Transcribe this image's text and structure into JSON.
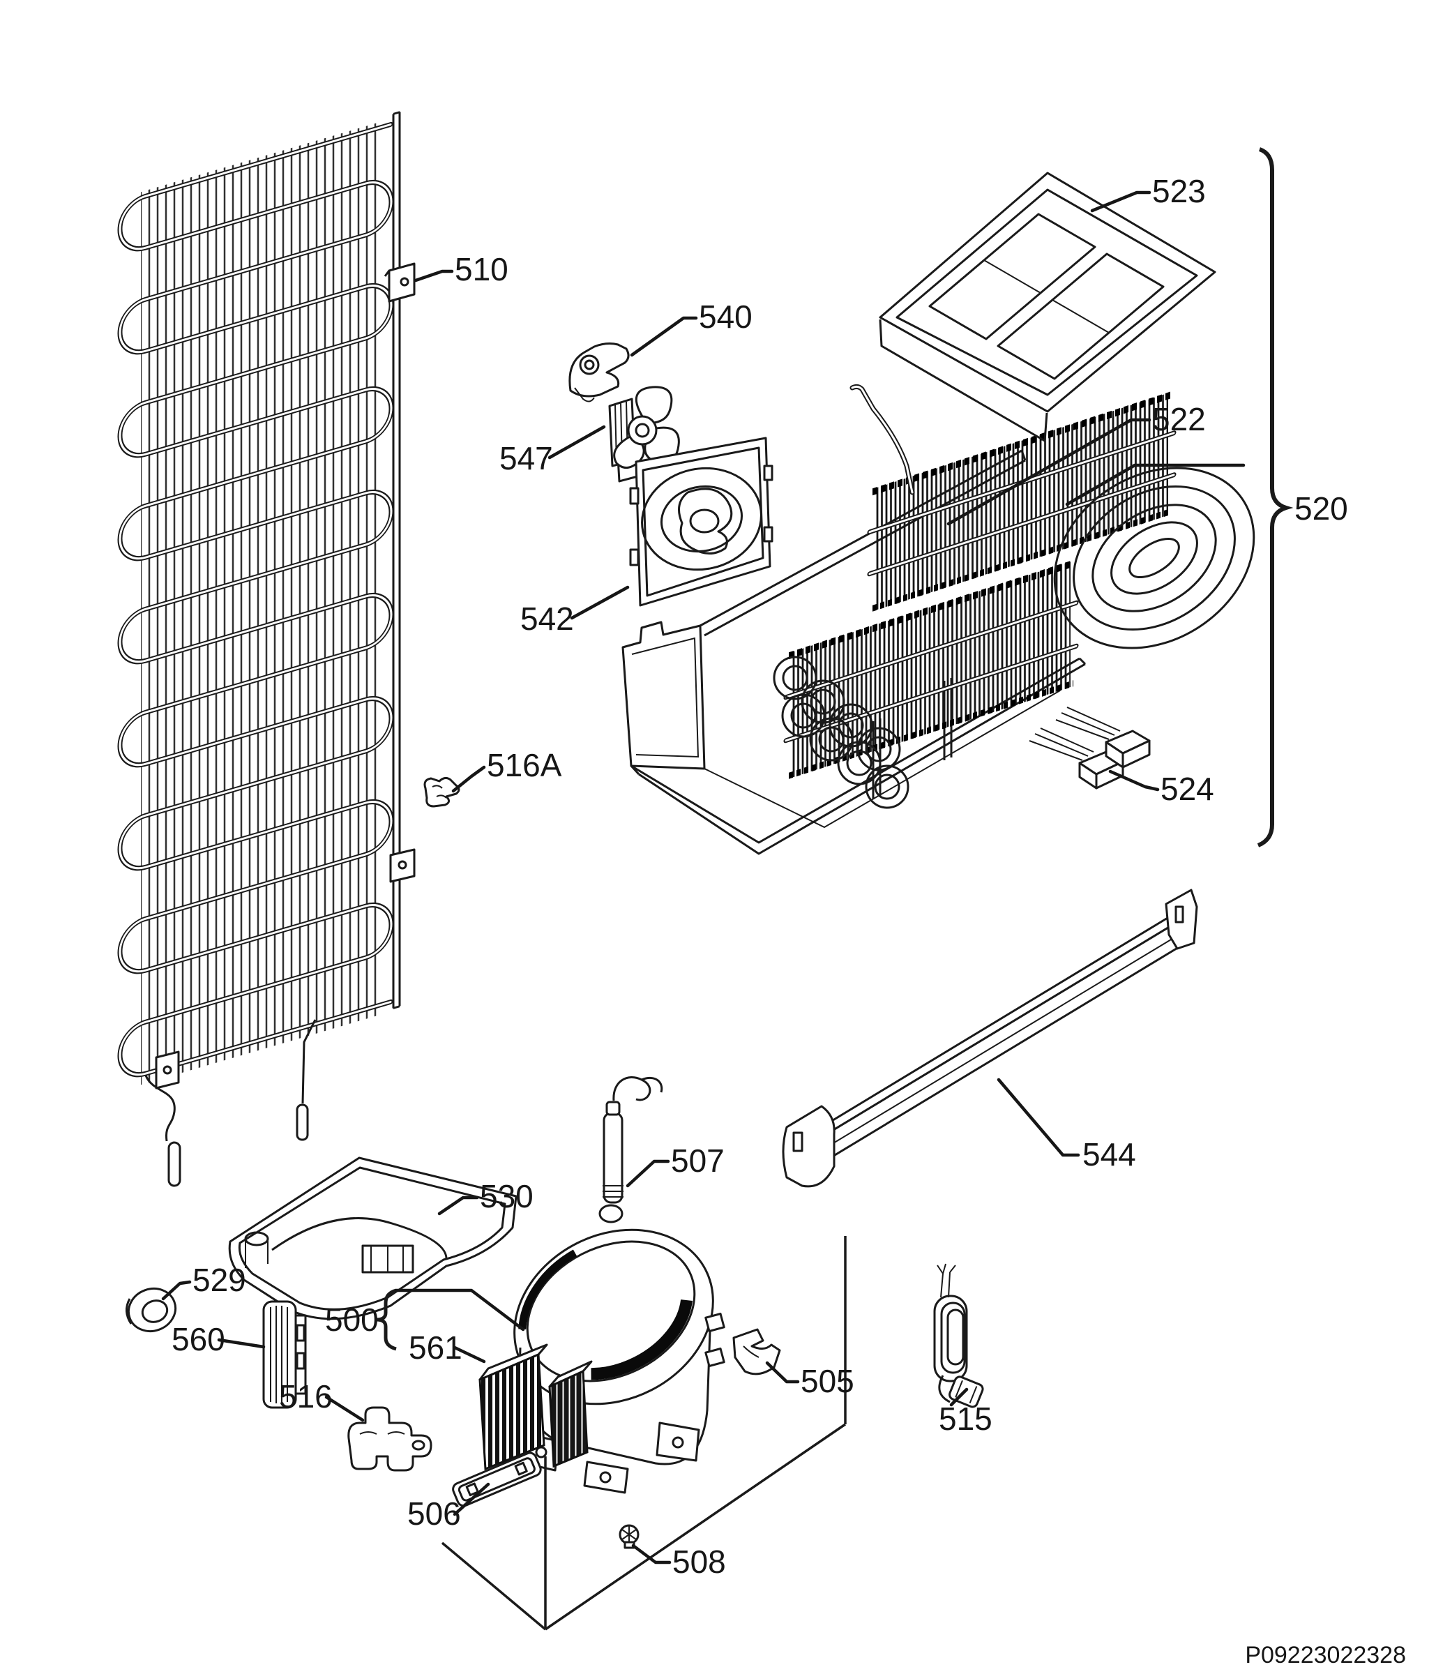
{
  "meta": {
    "background": "#ffffff",
    "ink": "#1a1a1a"
  },
  "callouts": {
    "c500": "500",
    "c505": "505",
    "c506": "506",
    "c507": "507",
    "c508": "508",
    "c510": "510",
    "c515": "515",
    "c516": "516",
    "c516A": "516A",
    "c520": "520",
    "c522": "522",
    "c523": "523",
    "c524": "524",
    "c529": "529",
    "c530": "530",
    "c540": "540",
    "c542": "542",
    "c544": "544",
    "c547": "547",
    "c560": "560",
    "c561": "561"
  },
  "footer": {
    "document_code": "P09223022328"
  }
}
